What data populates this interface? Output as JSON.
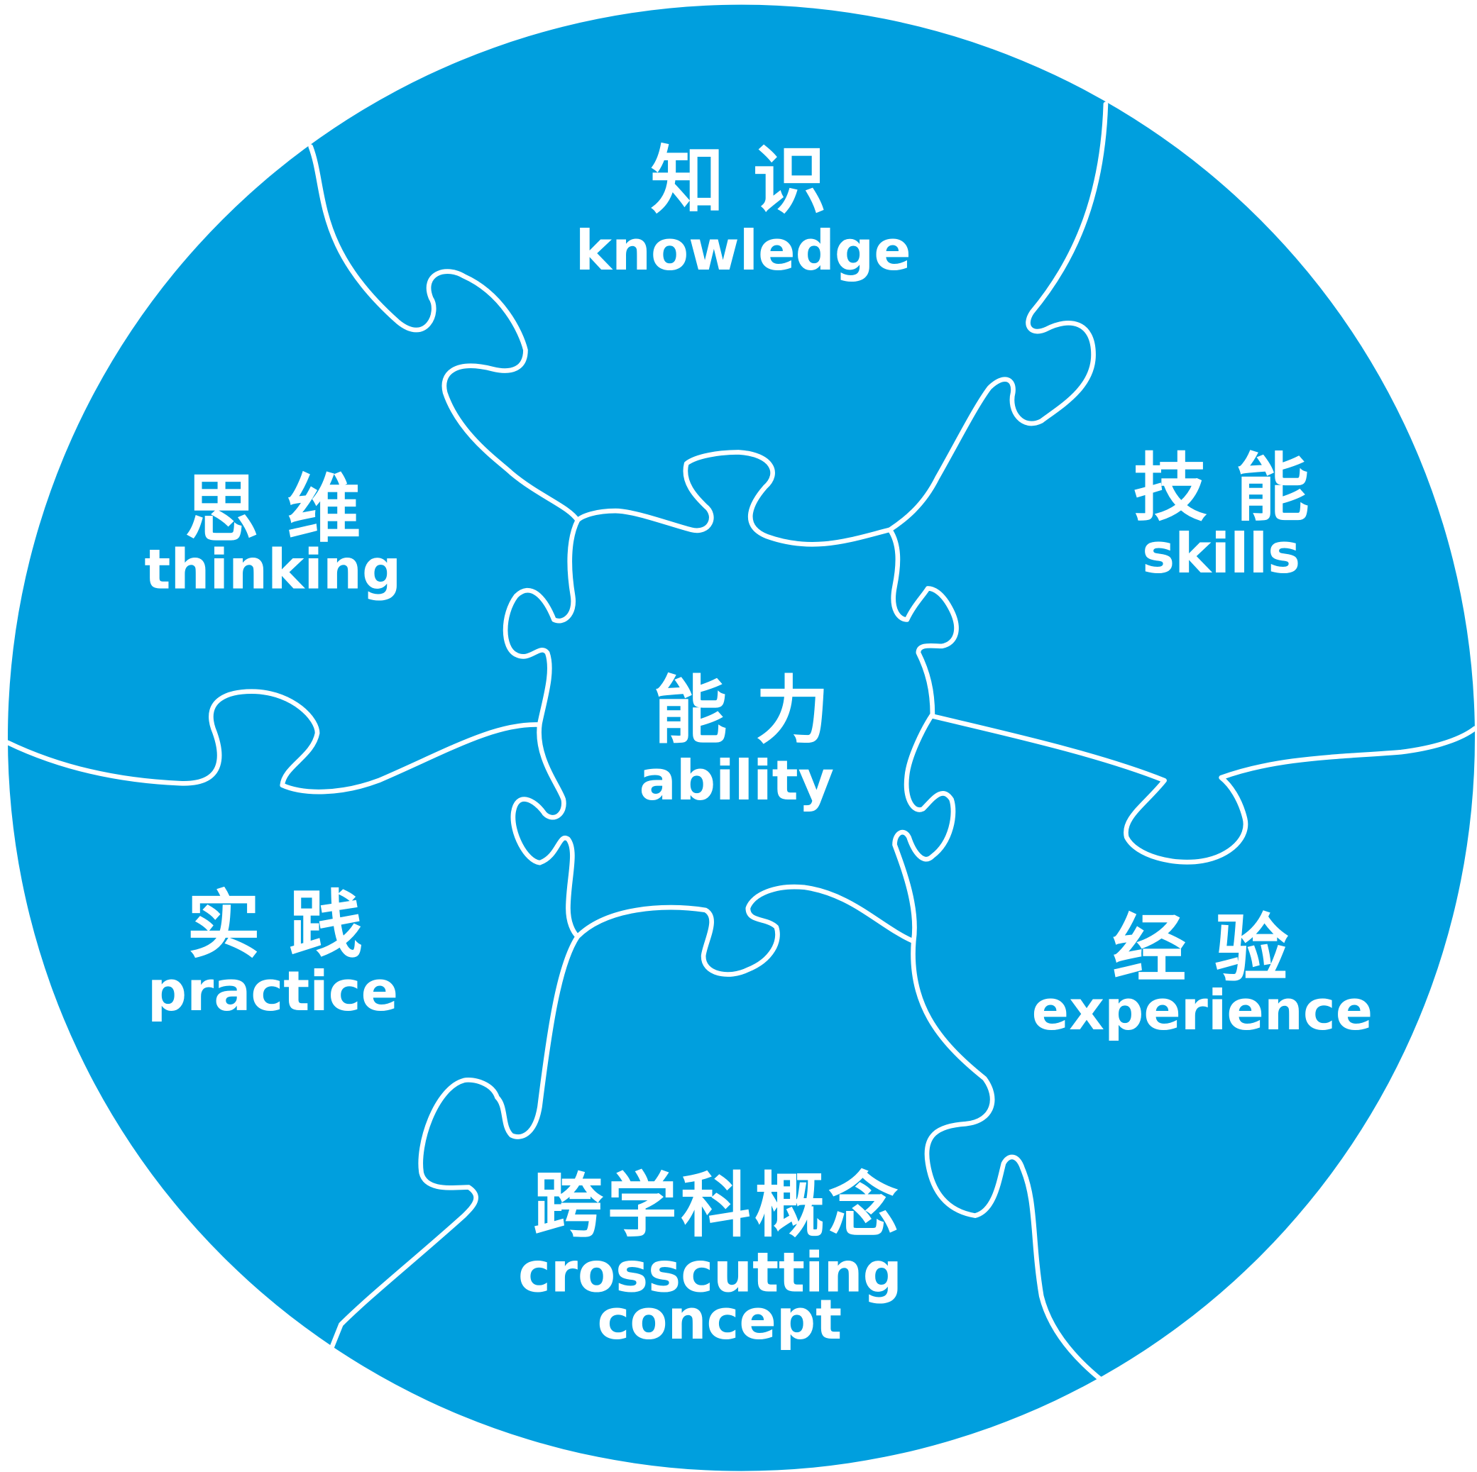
{
  "colors": {
    "circle": "#009FDE",
    "lines": "#FFFFFF",
    "text": "#FFFFFF"
  },
  "pieces": {
    "knowledge": {
      "cn": "知识",
      "en": "knowledge"
    },
    "thinking": {
      "cn": "思维",
      "en": "thinking"
    },
    "skills": {
      "cn": "技能",
      "en": "skills"
    },
    "ability": {
      "cn": "能力",
      "en": "ability"
    },
    "practice": {
      "cn": "实践",
      "en": "practice"
    },
    "experience": {
      "cn": "经验",
      "en": "experience"
    },
    "crosscutting": {
      "cn": "跨学科概念",
      "en_line1": "crosscutting",
      "en_line2": "concept"
    }
  }
}
